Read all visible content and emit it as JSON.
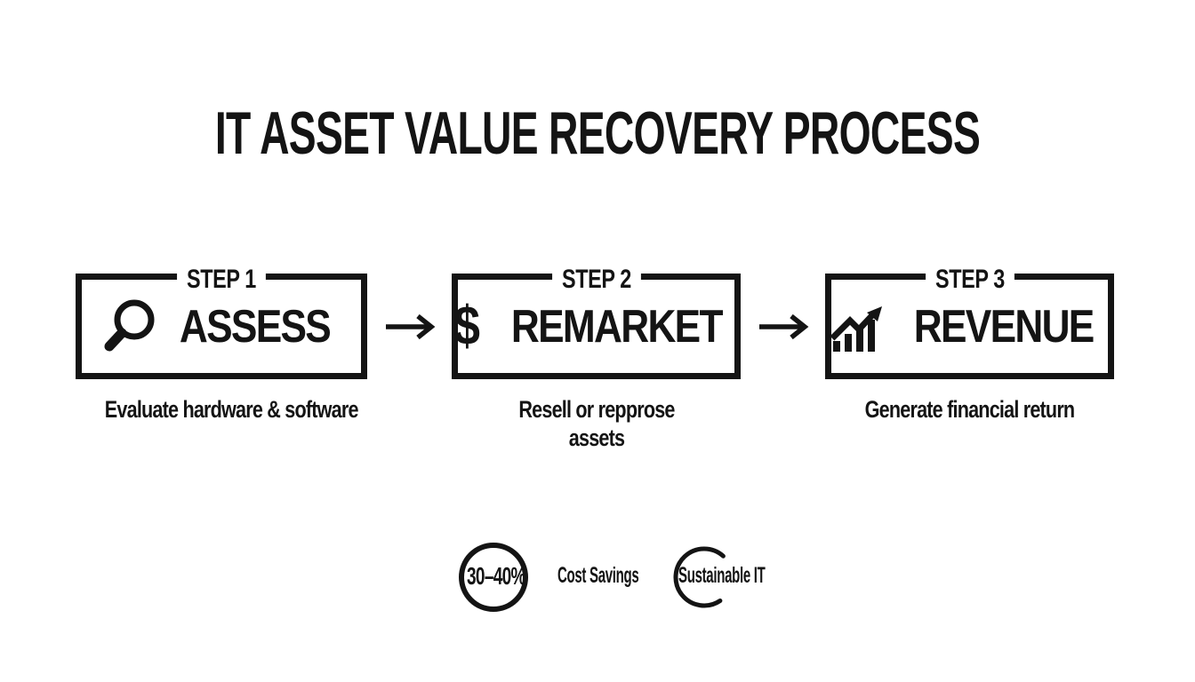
{
  "title": "IT ASSET VALUE RECOVERY PROCESS",
  "colors": {
    "ink": "#141414",
    "background": "#ffffff"
  },
  "steps": [
    {
      "label": "STEP 1",
      "name": "ASSESS",
      "icon": "magnifier-icon",
      "description": "Evaluate hardware & software"
    },
    {
      "label": "STEP 2",
      "name": "REMARKET",
      "icon": "dollar-icon",
      "dollar_glyph": "$",
      "description": "Resell or repprose assets"
    },
    {
      "label": "STEP 3",
      "name": "REVENUE",
      "icon": "bar-chart-icon",
      "description": "Generate financial return"
    }
  ],
  "arrows": [
    "right-arrow",
    "right-arrow"
  ],
  "badges": [
    {
      "shape": "full-circle",
      "value": "30–40%",
      "label": "Cost Savings"
    },
    {
      "shape": "open-circle",
      "value": "",
      "label": "Sustainable IT"
    }
  ]
}
